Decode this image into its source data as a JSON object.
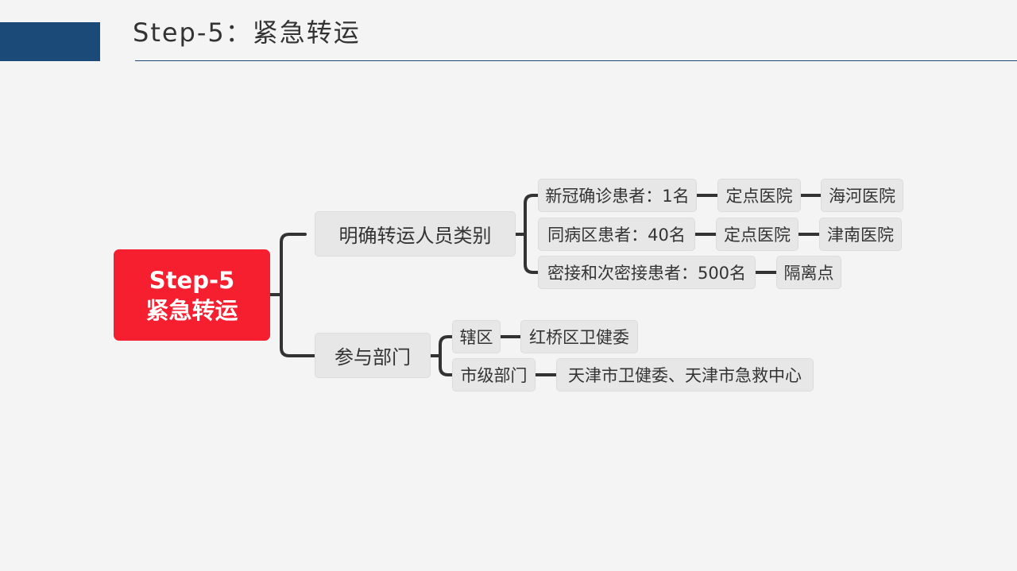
{
  "header": {
    "title": "Step-5：紧急转运"
  },
  "mindmap": {
    "root": {
      "line1": "Step-5",
      "line2": "紧急转运"
    },
    "branches": [
      {
        "label": "明确转运人员类别",
        "children": [
          {
            "path": [
              "新冠确诊患者：1名",
              "定点医院",
              "海河医院"
            ]
          },
          {
            "path": [
              "同病区患者：40名",
              "定点医院",
              "津南医院"
            ]
          },
          {
            "path": [
              "密接和次密接患者：500名",
              "隔离点"
            ]
          }
        ]
      },
      {
        "label": "参与部门",
        "children": [
          {
            "path": [
              "辖区",
              "红桥区卫健委"
            ]
          },
          {
            "path": [
              "市级部门",
              "天津市卫健委、天津市急救中心"
            ]
          }
        ]
      }
    ]
  },
  "colors": {
    "accent_bar": "#1c4a78",
    "root_fill": "#f51f2f",
    "node_fill": "#e7e7e7",
    "connector": "#333333"
  }
}
